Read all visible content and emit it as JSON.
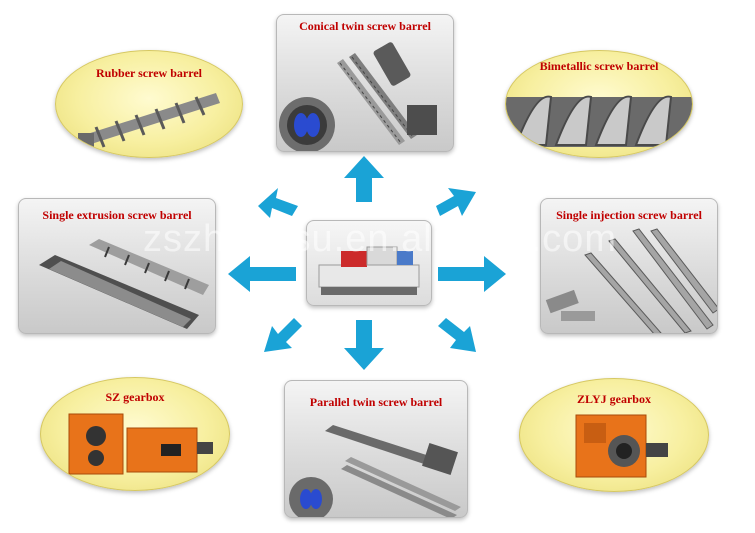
{
  "products": {
    "rubber": "Rubber screw barrel",
    "conical": "Conical twin screw barrel",
    "bimetallic": "Bimetallic screw barrel",
    "single_extrusion": "Single extrusion screw barrel",
    "single_injection": "Single injection screw barrel",
    "sz_gearbox": "SZ gearbox",
    "parallel": "Parallel twin screw barrel",
    "zlyj_gearbox": "ZLYJ gearbox"
  },
  "watermark": "zszhongsu.en.alibaba.com",
  "colors": {
    "label_red": "#c00000",
    "arrow_cyan": "#1aa3d6",
    "oval_yellow": "#f7ef9f",
    "gearbox_orange": "#e8731a"
  }
}
